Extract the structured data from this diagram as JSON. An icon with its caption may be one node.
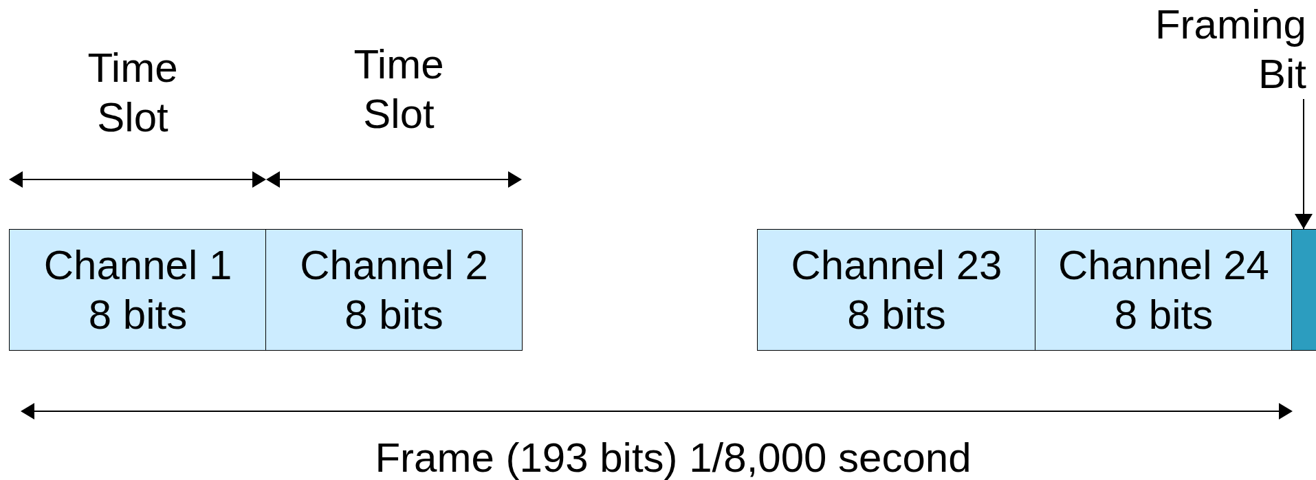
{
  "diagram": {
    "nodes": [
      {
        "text": [
          "Framing Bit"
        ]
      },
      {
        "text": [
          "Channel 1",
          "8 bits"
        ]
      },
      {
        "text": [
          "Channel 2",
          "8 bits"
        ]
      },
      {
        "text": [
          "Channel 23",
          "8 bits"
        ]
      },
      {
        "text": [
          "Channel 24",
          "8 bits"
        ]
      },
      {
        "text": [],
        "shape": "bar"
      }
    ],
    "edges": [
      {
        "from": 0,
        "to": 5,
        "arrow": "to"
      }
    ],
    "labels": [
      "Time Slot",
      "Time Slot",
      "Frame (193 bits) 1/8,000 second"
    ]
  }
}
